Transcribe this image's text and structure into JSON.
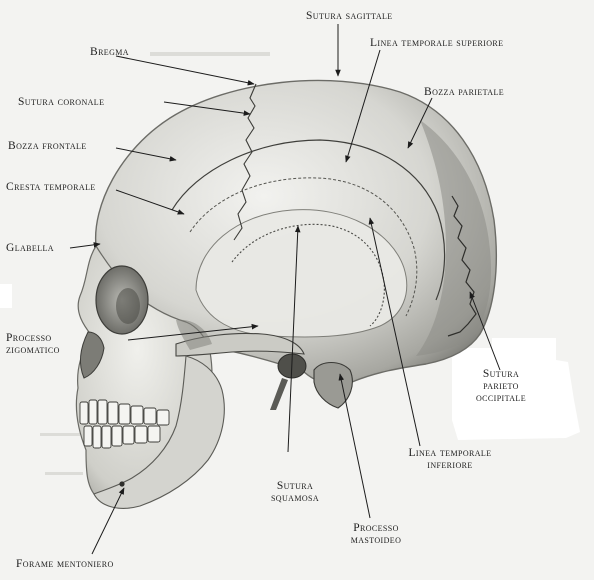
{
  "labels": {
    "sutura_sagittale": "Sutura sagittale",
    "linea_temporale_superiore": "Linea temporale superiore",
    "bregma": "Bregma",
    "bozza_parietale": "Bozza parietale",
    "sutura_coronale": "Sutura coronale",
    "bozza_frontale": "Bozza frontale",
    "cresta_temporale": "Cresta temporale",
    "glabella": "Glabella",
    "processo_zigomatico_1": "Processo",
    "processo_zigomatico_2": "zigomatico",
    "sutura_parieto_occipitale_1": "Sutura",
    "sutura_parieto_occipitale_2": "parieto",
    "sutura_parieto_occipitale_3": "occipitale",
    "linea_temporale_inferiore_1": "Linea temporale",
    "linea_temporale_inferiore_2": "inferiore",
    "sutura_squamosa_1": "Sutura",
    "sutura_squamosa_2": "squamosa",
    "processo_mastoideo_1": "Processo",
    "processo_mastoideo_2": "mastoideo",
    "forame_mentoniero": "Forame mentoniero"
  },
  "colors": {
    "background": "#f3f3f1",
    "ink": "#1c1c1c",
    "bone": "#d9d9d4",
    "shadow": "#8e8e88"
  }
}
